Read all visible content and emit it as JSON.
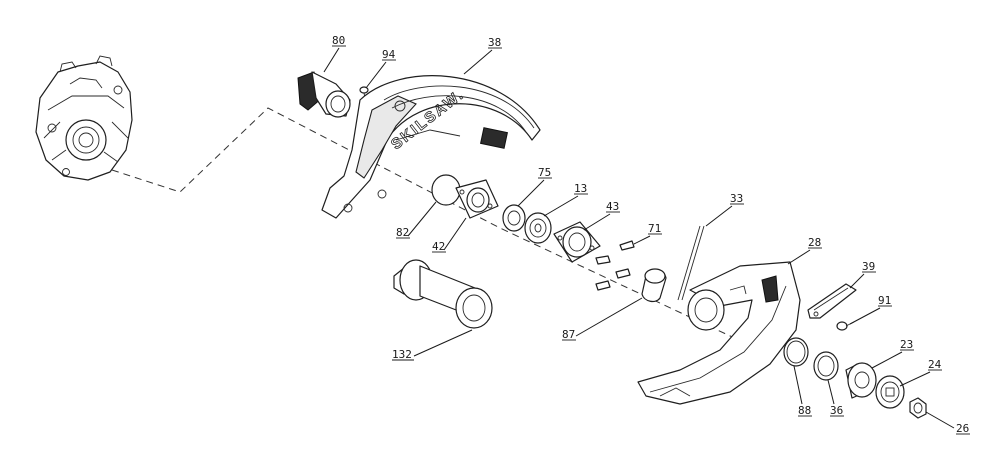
{
  "parts": {
    "p80": {
      "label": "80"
    },
    "p94": {
      "label": "94"
    },
    "p38": {
      "label": "38"
    },
    "p75": {
      "label": "75"
    },
    "p13": {
      "label": "13"
    },
    "p43": {
      "label": "43"
    },
    "p71": {
      "label": "71"
    },
    "p33": {
      "label": "33"
    },
    "p28": {
      "label": "28"
    },
    "p39": {
      "label": "39"
    },
    "p91": {
      "label": "91"
    },
    "p82": {
      "label": "82"
    },
    "p42": {
      "label": "42"
    },
    "p132": {
      "label": "132"
    },
    "p87": {
      "label": "87"
    },
    "p23": {
      "label": "23"
    },
    "p24": {
      "label": "24"
    },
    "p88": {
      "label": "88"
    },
    "p36": {
      "label": "36"
    },
    "p26": {
      "label": "26"
    }
  },
  "guard_brand": "SKILSAW."
}
